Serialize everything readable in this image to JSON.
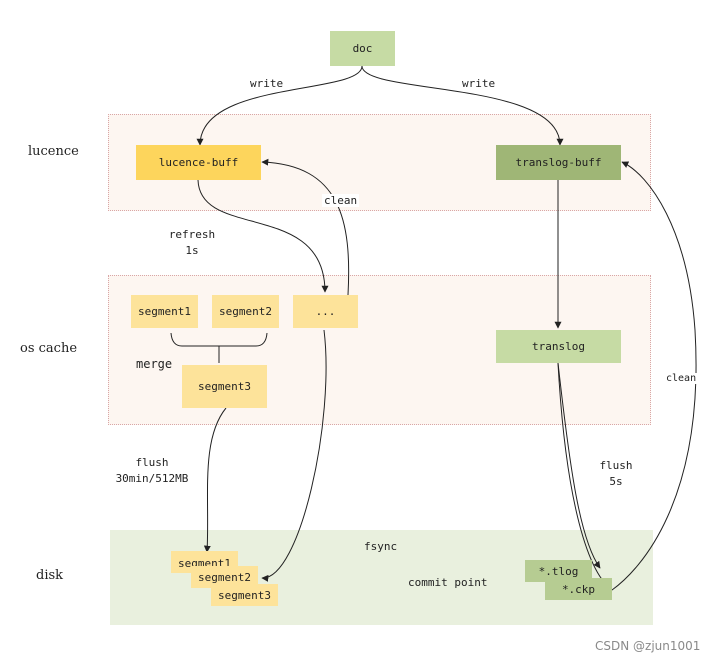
{
  "nodes": {
    "doc": "doc",
    "lucene_buff": "lucence-buff",
    "translog_buff": "translog-buff",
    "segment1": "segment1",
    "segment2": "segment2",
    "dots": "...",
    "segment3": "segment3",
    "translog": "translog",
    "disk_segment1": "segment1",
    "disk_segment2": "segment2",
    "disk_segment3": "segment3",
    "tlog": "*.tlog",
    "ckp": "*.ckp"
  },
  "sections": {
    "lucence": "lucence",
    "os_cache": "os cache",
    "disk": "disk"
  },
  "edges": {
    "write_left": "write",
    "write_right": "write",
    "clean_top": "clean",
    "refresh_line1": "refresh",
    "refresh_line2": "1s",
    "merge": "merge",
    "flush_left_line1": "flush",
    "flush_left_line2": "30min/512MB",
    "flush_right_line1": "flush",
    "flush_right_line2": "5s",
    "clean_right": "clean",
    "fsync": "fsync",
    "commit_point": "commit point"
  },
  "watermark": "CSDN @zjun1001",
  "colors": {
    "yellow_light": "#fde39a",
    "yellow_strong": "#fdd55c",
    "green_light": "#c6dba4",
    "green_dark": "#9fb676",
    "region_bg": "#fdf6f1",
    "disk_bg": "#e9f0de"
  }
}
